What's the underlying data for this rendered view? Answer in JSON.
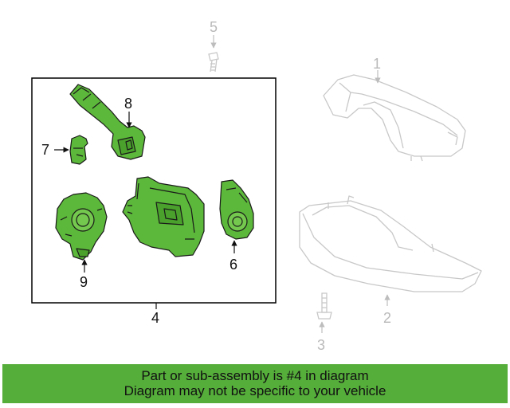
{
  "diagram": {
    "callouts": {
      "c1": "1",
      "c2": "2",
      "c3": "3",
      "c4": "4",
      "c5": "5",
      "c6": "6",
      "c7": "7",
      "c8": "8",
      "c9": "9"
    },
    "colors": {
      "part_fill": "#5cb83a",
      "part_stroke": "#1a1a1a",
      "ghost_stroke": "#c8c8c8",
      "box_stroke": "#000000"
    }
  },
  "banner": {
    "line1": "Part or sub-assembly is #4 in diagram",
    "line2": "Diagram may not be specific to your vehicle",
    "color": "#55ad3a"
  }
}
